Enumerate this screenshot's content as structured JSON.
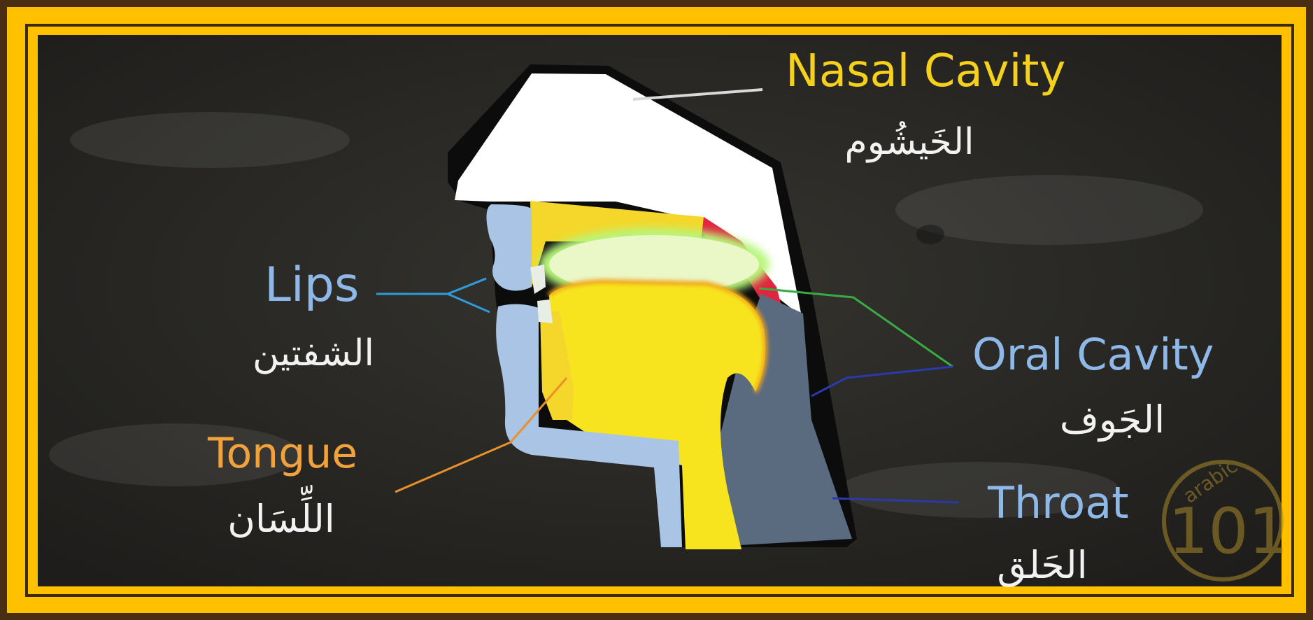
{
  "diagram": {
    "labels": {
      "nasal_cavity": {
        "en": "Nasal Cavity",
        "ar": "الخَيشُوم"
      },
      "lips": {
        "en": "Lips",
        "ar": "الشفتين"
      },
      "oral_cavity": {
        "en": "Oral Cavity",
        "ar": "الجَوف"
      },
      "tongue": {
        "en": "Tongue",
        "ar": "اللِّسَان"
      },
      "throat": {
        "en": "Throat",
        "ar": "الحَلق"
      }
    },
    "logo": {
      "top": "arabic",
      "number": "101"
    }
  },
  "colors": {
    "frame_yellow": "#ffc000",
    "chalkboard": "#2b2a28",
    "nasal_label": "#f5d11c",
    "lips_label": "#8eb8e8",
    "oral_label": "#8eb8e8",
    "tongue_label": "#f2a23c",
    "throat_label": "#8eb8e8",
    "arabic_text": "#f2f2f2",
    "tongue_fill": "#f7e41e",
    "lips_fill": "#a9c4e4",
    "throat_fill": "#5a6b80",
    "palate_red": "#e0263e",
    "oral_glow": "#e9f7c3"
  }
}
